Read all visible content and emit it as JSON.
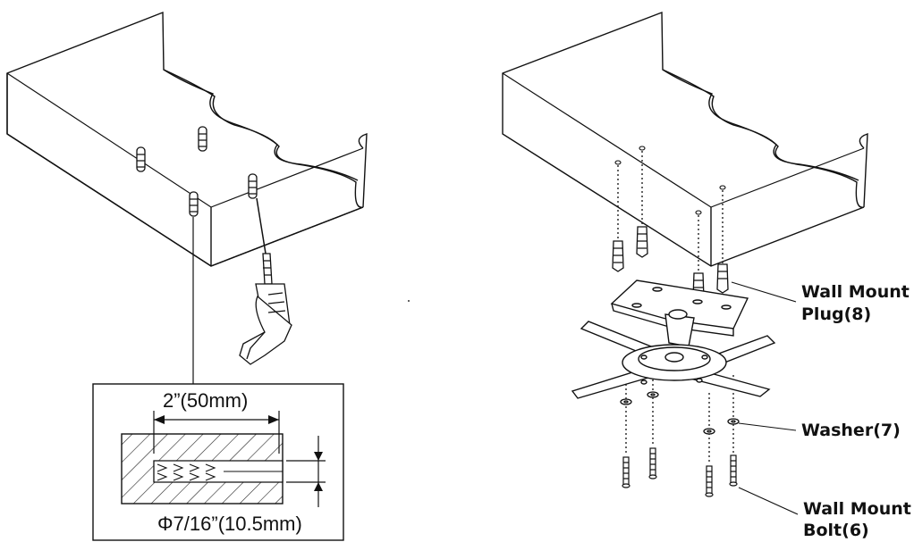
{
  "left_panel": {
    "detail": {
      "depth_label": "2”(50mm)",
      "diameter_label": "Φ7/16”(10.5mm)"
    }
  },
  "right_panel": {
    "labels": {
      "plug_line1": "Wall Mount",
      "plug_line2": "Plug(8)",
      "washer": "Washer(7)",
      "bolt_line1": "Wall Mount",
      "bolt_line2": "Bolt(6)"
    }
  }
}
